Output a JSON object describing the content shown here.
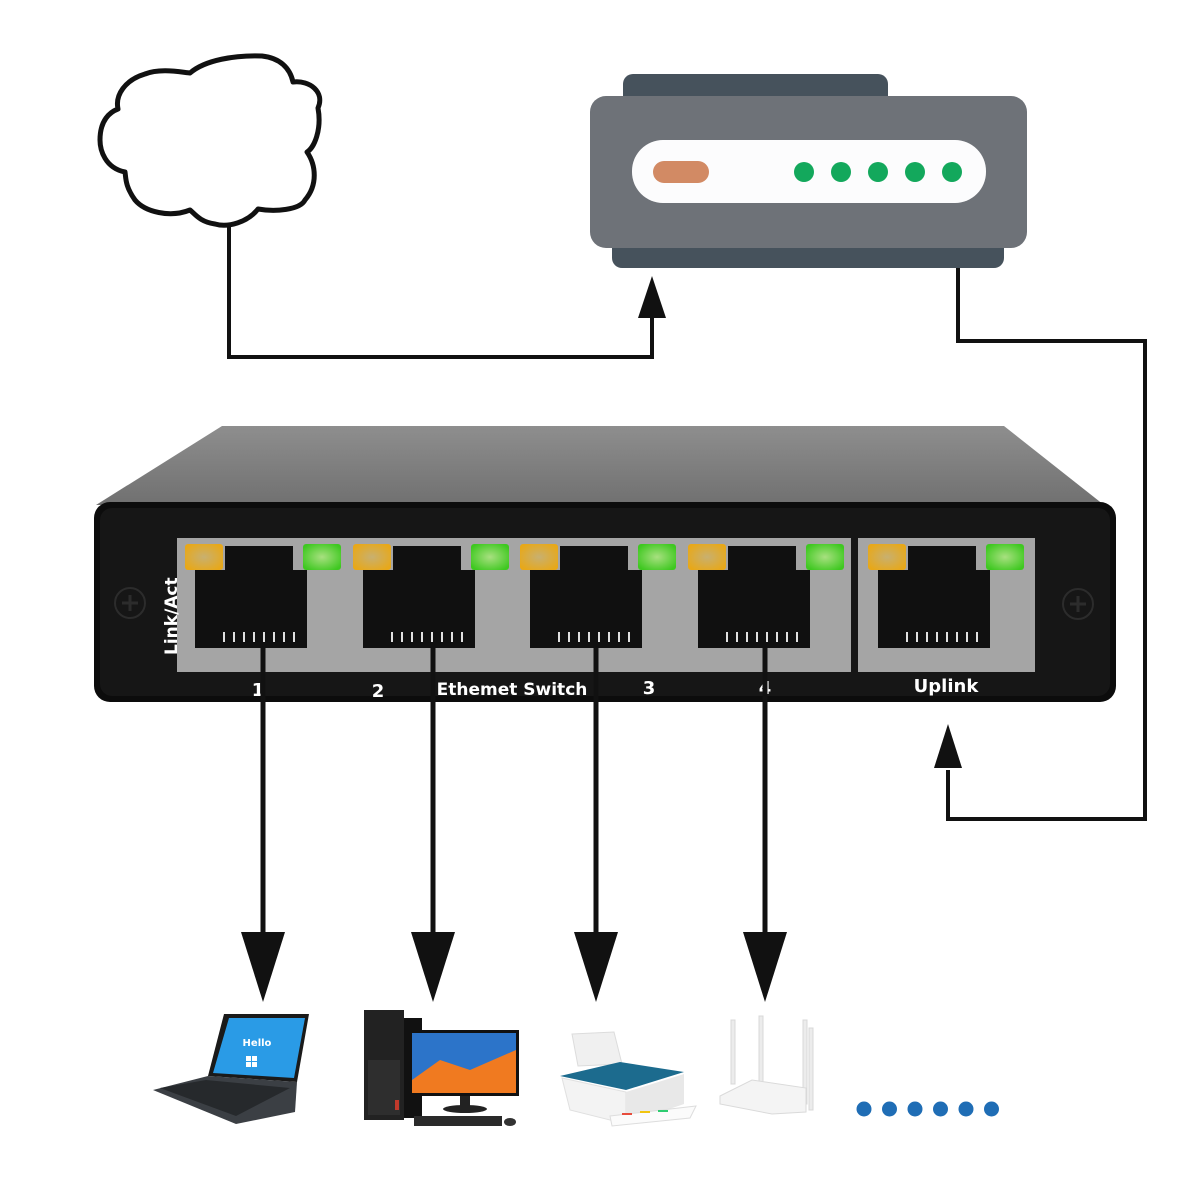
{
  "diagram": {
    "title": "Ethernet switch network topology",
    "nodes": {
      "internet": {
        "label": "Internet cloud"
      },
      "modem": {
        "label": "Modem / router",
        "indicator_count": 5,
        "colors": {
          "body": "#6e7278",
          "base": "#46525c",
          "panel": "#fcfcfd",
          "power_led": "#d28a64",
          "status_led": "#13a85c"
        }
      },
      "switch": {
        "name_label": "Ethemet Switch",
        "side_label": "Link/Act",
        "ports": [
          {
            "label": "1",
            "type": "lan"
          },
          {
            "label": "2",
            "type": "lan"
          },
          {
            "label": "3",
            "type": "lan"
          },
          {
            "label": "4",
            "type": "lan"
          }
        ],
        "uplink_label": "Uplink",
        "led_colors": {
          "link": "#e8b020",
          "act": "#4fd42a"
        }
      },
      "devices": [
        {
          "name": "laptop",
          "screen_text": "Hello",
          "port": "1"
        },
        {
          "name": "desktop-pc",
          "port": "2"
        },
        {
          "name": "printer",
          "port": "3"
        },
        {
          "name": "wireless-router",
          "port": "4"
        }
      ],
      "more_devices": {
        "dot_count": 6,
        "color": "#1f6db5"
      }
    },
    "connections": [
      {
        "from": "internet",
        "to": "modem"
      },
      {
        "from": "modem",
        "to": "switch-uplink"
      },
      {
        "from": "switch-port-1",
        "to": "laptop"
      },
      {
        "from": "switch-port-2",
        "to": "desktop-pc"
      },
      {
        "from": "switch-port-3",
        "to": "printer"
      },
      {
        "from": "switch-port-4",
        "to": "wireless-router"
      }
    ]
  }
}
